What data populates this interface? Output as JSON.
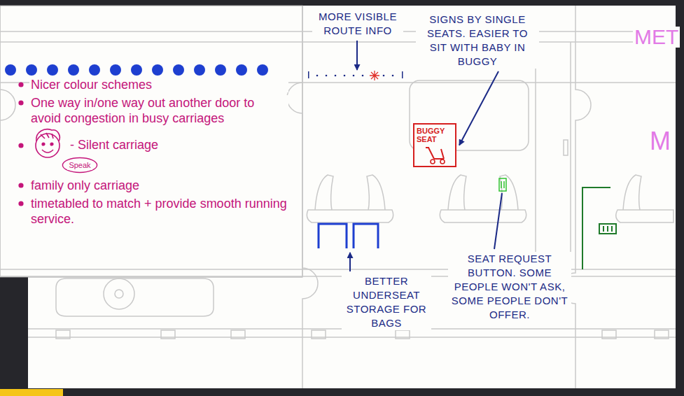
{
  "diagram": {
    "nodes": [
      {
        "text": [
          "BUGGY SEAT"
        ]
      }
    ],
    "labels": [
      "MORE VISIBLE ROUTE INFO",
      "SIGNS BY SINGLE SEATS. EASIER TO SIT WITH BABY IN BUGGY",
      "MET",
      "Nicer colour schemes",
      "One way in/one way out another door to avoid congestion in busy carriages",
      "- Silent carriage",
      "Speak",
      "family only carriage",
      "timetabled to match + provide smooth running service.",
      "M",
      "BETTER UNDERSEAT STORAGE FOR BAGS",
      "SEAT REQUEST BUTTON. SOME PEOPLE WON'T ASK, SOME PEOPLE DON'T OFFER."
    ]
  }
}
